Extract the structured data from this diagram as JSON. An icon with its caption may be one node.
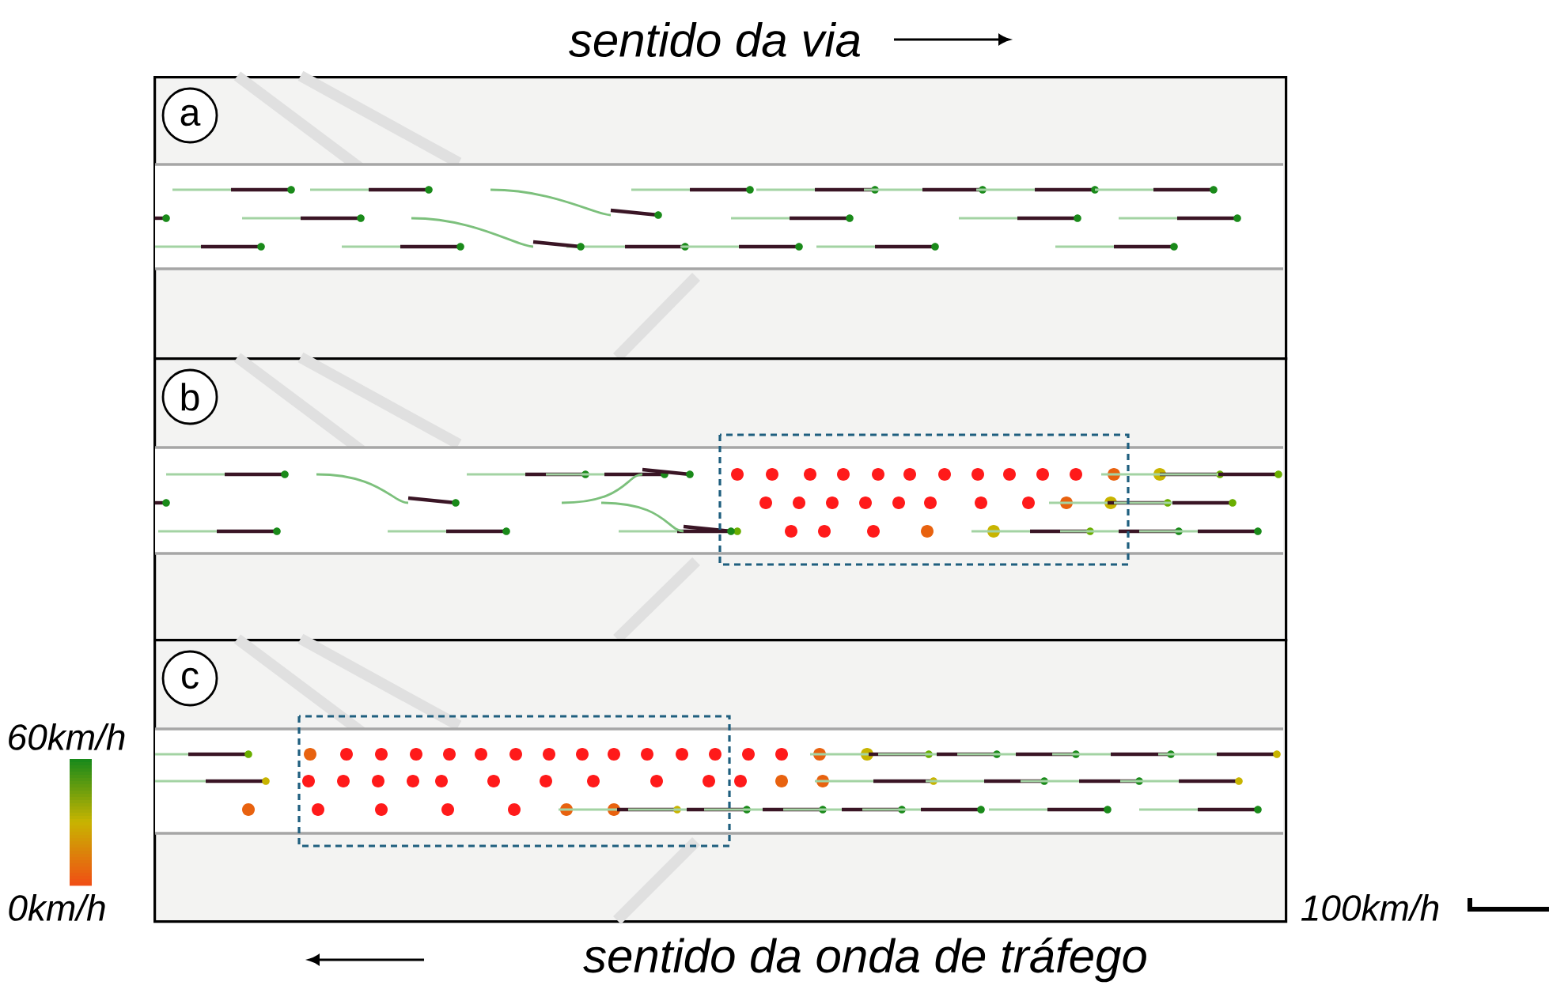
{
  "diagram": {
    "nodes": [
      {
        "text": [
          "a"
        ]
      },
      {
        "text": [
          "b"
        ]
      },
      {
        "text": [
          "c"
        ]
      }
    ],
    "labels": [
      "sentido da via",
      "60km/h",
      "0km/h",
      "100km/h",
      "sentido da onda de tráfego"
    ]
  }
}
